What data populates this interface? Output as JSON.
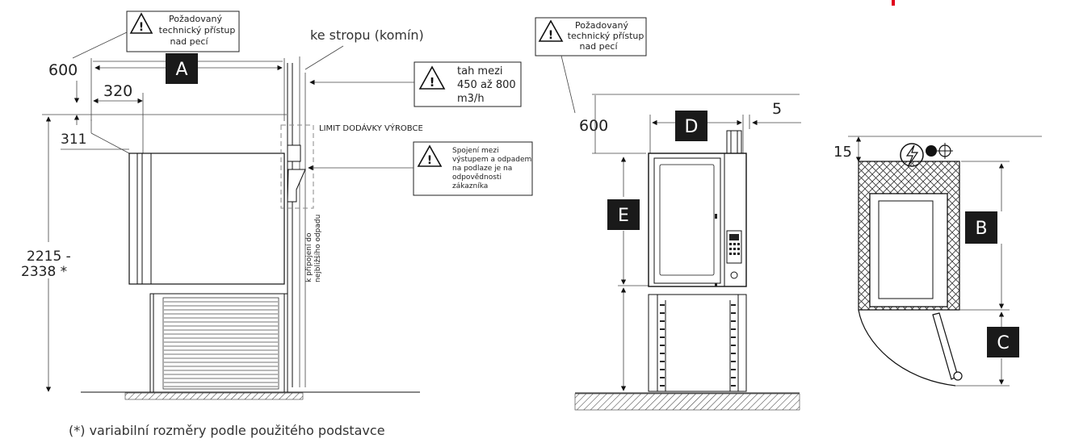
{
  "warnings": {
    "service_access_1": [
      "Požadovaný",
      "technický přístup",
      "nad pecí"
    ],
    "service_access_2": [
      "Požadovaný",
      "technický přístup",
      "nad pecí"
    ],
    "draft": [
      "tah mezi",
      "450 až 800",
      "m3/h"
    ],
    "drain": [
      "Spojení mezi",
      "výstupem a odpadem",
      "na podlaze je na",
      "odpovědnosti",
      "zákazníka"
    ]
  },
  "labels": {
    "ceiling": "ke stropu (komín)",
    "supply_limit": "LIMIT DODÁVKY VÝROBCE",
    "drain_line": [
      "k připojení do",
      "nejbližšího odpadu"
    ],
    "footnote": "(*) variabilní rozměry podle použitého podstavce"
  },
  "dimensions": {
    "d600_left": "600",
    "d320": "320",
    "d311": "311",
    "height_1": "2215 -",
    "height_2": "2338 *",
    "d600_mid": "600",
    "d5": "5",
    "d15": "15"
  },
  "boxes": {
    "A": "A",
    "B": "B",
    "C": "C",
    "D": "D",
    "E": "E"
  },
  "colors": {
    "box_fill": "#1a1a1a",
    "accent_mark": "#e0001b"
  },
  "icons": [
    "warning-triangle-icon",
    "electrical-connection-icon",
    "water-connection-icon",
    "drain-connection-icon"
  ]
}
